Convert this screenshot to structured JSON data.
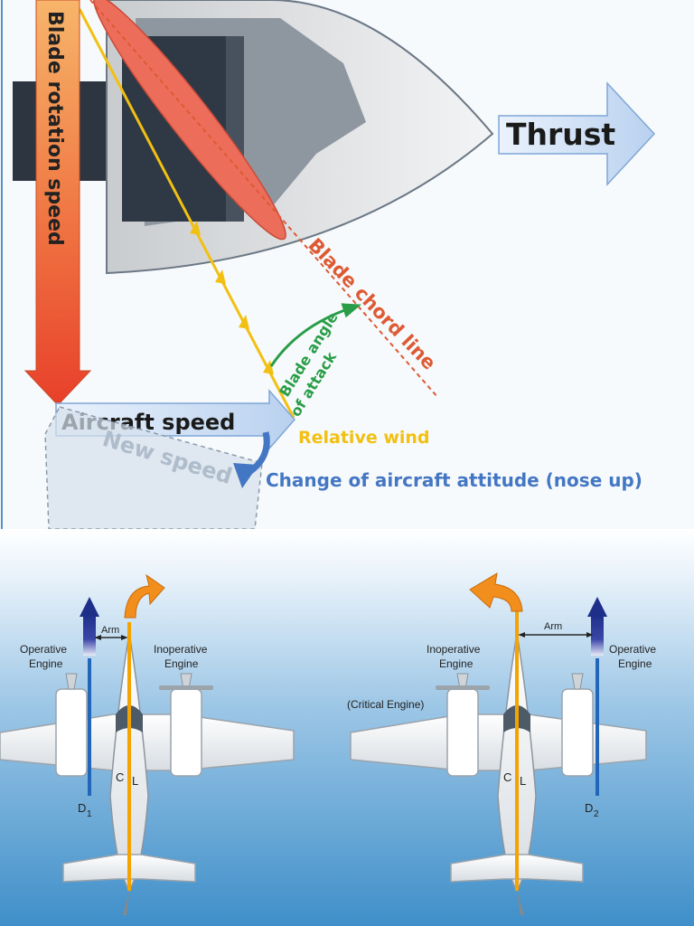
{
  "top_diagram": {
    "labels": {
      "blade_rotation_speed": "Blade rotation speed",
      "thrust": "Thrust",
      "blade_chord_line": "Blade chord line",
      "blade_angle_line1": "Blade angle",
      "blade_angle_line2": "of attack",
      "aircraft_speed": "Aircraft speed",
      "relative_wind": "Relative wind",
      "new_speed": "New speed",
      "change_attitude": "Change of aircraft attitude (nose up)"
    },
    "colors": {
      "blade": "#ec6e5a",
      "relative_wind": "#f2c012",
      "chord_line": "#dd5a34",
      "angle_of_attack": "#2a9d48",
      "attitude_arrow": "#4477c3",
      "thrust_arrow": "#cfe0f5"
    }
  },
  "bottom_diagram": {
    "left_aircraft": {
      "operative_line1": "Operative",
      "operative_line2": "Engine",
      "inoperative_line1": "Inoperative",
      "inoperative_line2": "Engine",
      "arm": "Arm",
      "cl_c": "C",
      "cl_l": "L",
      "d_main": "D",
      "d_sub": "1"
    },
    "right_aircraft": {
      "inoperative_line1": "Inoperative",
      "inoperative_line2": "Engine",
      "operative_line1": "Operative",
      "operative_line2": "Engine",
      "critical": "(Critical Engine)",
      "arm": "Arm",
      "cl_c": "C",
      "cl_l": "L",
      "d_main": "D",
      "d_sub": "2"
    },
    "colors": {
      "sky_top": "#ffffff",
      "sky_bottom": "#3f8fc9",
      "yaw_arrow": "#f28e1c",
      "thrust_vector": "#1e2f8a",
      "centerline": "#f4a300"
    }
  }
}
